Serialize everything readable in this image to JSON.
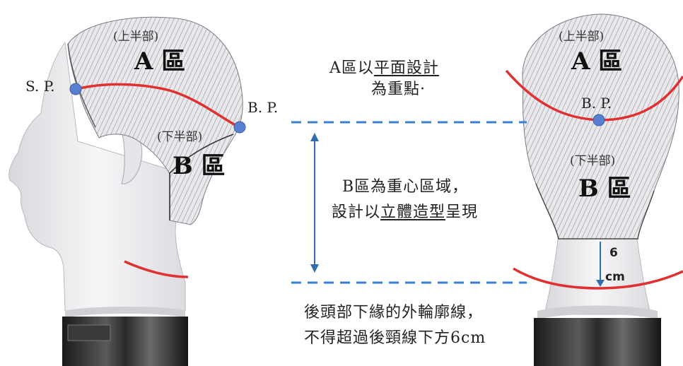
{
  "side_view": {
    "zone_a": {
      "sub": "(上半部)",
      "label": "A 區"
    },
    "zone_b": {
      "sub": "(下半部)",
      "label": "B 區"
    },
    "sp_label": "S. P.",
    "bp_label": "B. P."
  },
  "back_view": {
    "zone_a": {
      "sub": "(上半部)",
      "label": "A 區"
    },
    "zone_b": {
      "sub": "(下半部)",
      "label": "B 區"
    },
    "bp_label": "B. P.",
    "measure_value": "6",
    "measure_unit": "cm"
  },
  "notes": {
    "a_line1_prefix": "A區以",
    "a_line1_emph": "平面設計",
    "a_line2": "為重點·",
    "b_line1": "B區為重心區域，",
    "b_line2_prefix": "設計以",
    "b_line2_emph": "立體造型",
    "b_line2_suffix": "呈現",
    "bottom_line1": "後頭部下緣的外輪廓線，",
    "bottom_line2": "不得超過後頸線下方6cm"
  },
  "colors": {
    "red_line": "#e03030",
    "blue_point": "#5b7fd0",
    "blue_dash": "#3a7fd0",
    "blue_arrow": "#2f6fb0"
  }
}
